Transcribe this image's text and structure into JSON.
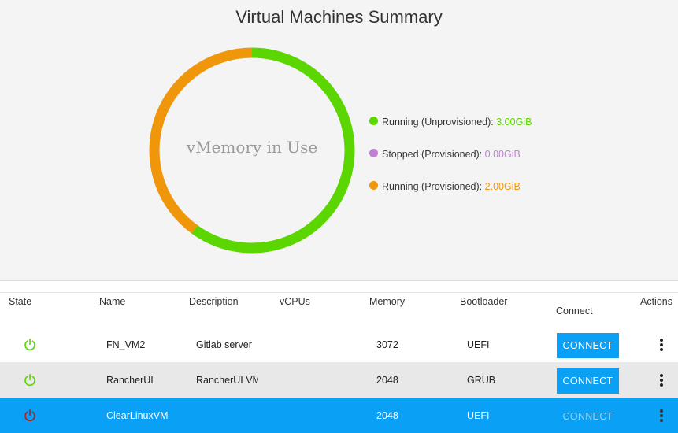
{
  "summary": {
    "title": "Virtual Machines Summary",
    "center_label": "vMemory in Use",
    "legend": [
      {
        "label": "Running (Unprovisioned):",
        "value": "3.00GiB",
        "color": "#5cd600"
      },
      {
        "label": "Stopped (Provisioned):",
        "value": "0.00GiB",
        "color": "#c07fd3"
      },
      {
        "label": "Running (Provisioned):",
        "value": "2.00GiB",
        "color": "#f0960a"
      }
    ]
  },
  "chart_data": {
    "type": "pie",
    "donut": true,
    "categories": [
      "Running (Unprovisioned)",
      "Stopped (Provisioned)",
      "Running (Provisioned)"
    ],
    "values": [
      3.0,
      0.0,
      2.0
    ],
    "colors": [
      "#5cd600",
      "#c07fd3",
      "#f0960a"
    ]
  },
  "table": {
    "headers": {
      "state": "State",
      "name": "Name",
      "description": "Description",
      "vcpus": "vCPUs",
      "memory": "Memory",
      "bootloader": "Bootloader",
      "connect": "Connect",
      "actions": "Actions"
    },
    "rows": [
      {
        "name": "FN_VM2",
        "description": "Gitlab server",
        "vcpus": "",
        "memory": "3072",
        "bootloader": "UEFI",
        "connect_label": "CONNECT",
        "state": "running"
      },
      {
        "name": "RancherUI",
        "description": "RancherUI VM",
        "vcpus": "",
        "memory": "2048",
        "bootloader": "GRUB",
        "connect_label": "CONNECT",
        "state": "running"
      },
      {
        "name": "ClearLinuxVM",
        "description": "",
        "vcpus": "",
        "memory": "2048",
        "bootloader": "UEFI",
        "connect_label": "CONNECT",
        "state": "stopped"
      }
    ]
  },
  "colors": {
    "row_alt": "#e8e8e8",
    "row_selected": "#0aa0f5",
    "power_running": "#5cd600",
    "power_stopped": "#b02020",
    "button": "#0aa0f5"
  }
}
